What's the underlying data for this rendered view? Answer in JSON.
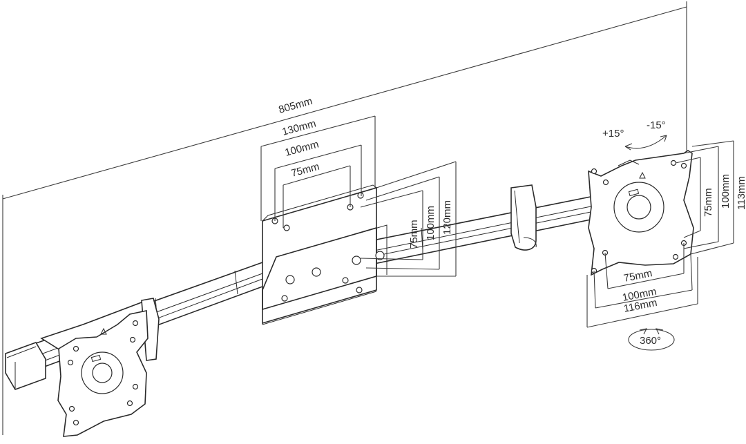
{
  "dimensions": {
    "overall_width": "805mm",
    "center_plate_width_outer": "130mm",
    "center_plate_width_mid": "100mm",
    "center_plate_width_inner": "75mm",
    "center_plate_height_inner": "75mm",
    "center_plate_height_mid": "100mm",
    "center_plate_height_outer": "120mm",
    "vesa_plate_height_inner": "75mm",
    "vesa_plate_height_mid": "100mm",
    "vesa_plate_height_outer": "113mm",
    "vesa_plate_width_inner": "75mm",
    "vesa_plate_width_mid": "100mm",
    "vesa_plate_width_outer": "116mm"
  },
  "rotation": {
    "tilt_up": "+15°",
    "tilt_down": "-15°",
    "rotate": "360°"
  }
}
